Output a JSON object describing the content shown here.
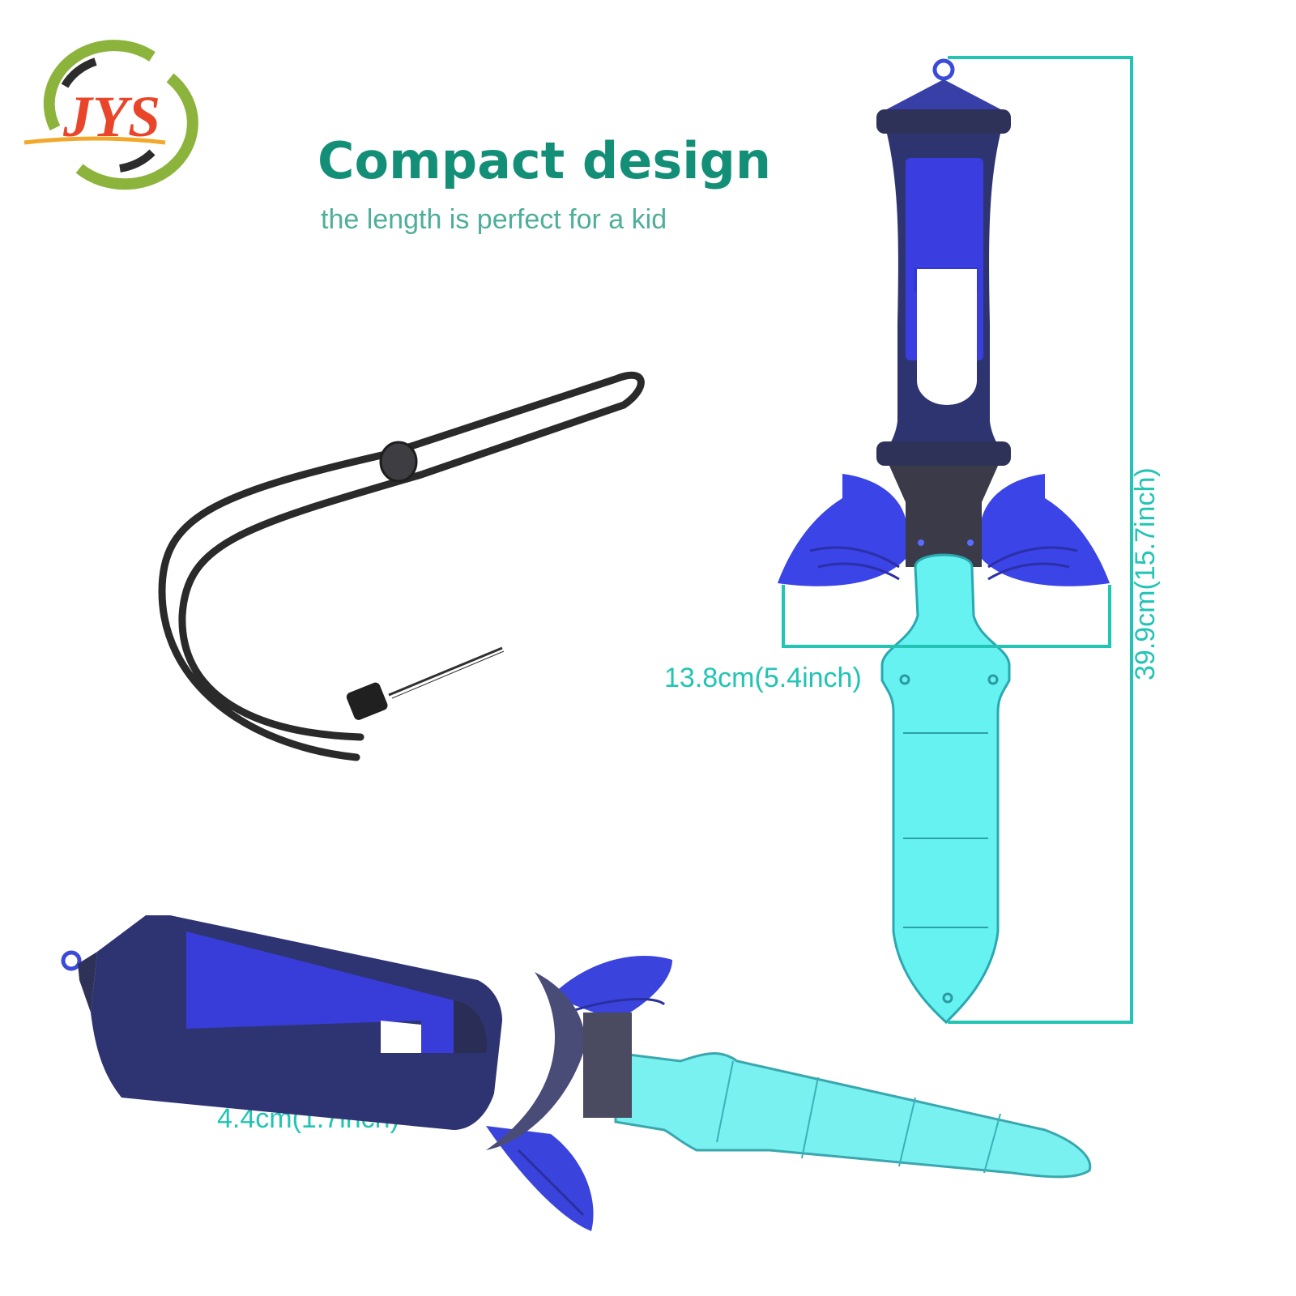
{
  "brand": {
    "logo_text": "JYS",
    "logo_colors": {
      "letters": "#e8452a",
      "ring_green": "#8cb43c",
      "ring_dark": "#2c2c2c",
      "swoosh": "#f2a82a"
    }
  },
  "header": {
    "title": "Compact design",
    "subtitle": "the length is perfect for a kid"
  },
  "dimensions": {
    "width_label": "13.8cm(5.4inch)",
    "length_label": "39.9cm(15.7inch)",
    "depth_label": "4.4cm(1.7inch)"
  },
  "colors": {
    "title": "#138f78",
    "subtitle": "#4fae9b",
    "dimension_lines": "#22c4b4",
    "handle_blue": "#3a3ee0",
    "handle_dark": "#2e3258",
    "blade_cyan": "#66f2f0",
    "strap": "#2a2a2a"
  },
  "items": [
    {
      "name": "sword-upright-view"
    },
    {
      "name": "sword-side-view"
    },
    {
      "name": "wrist-strap"
    }
  ]
}
